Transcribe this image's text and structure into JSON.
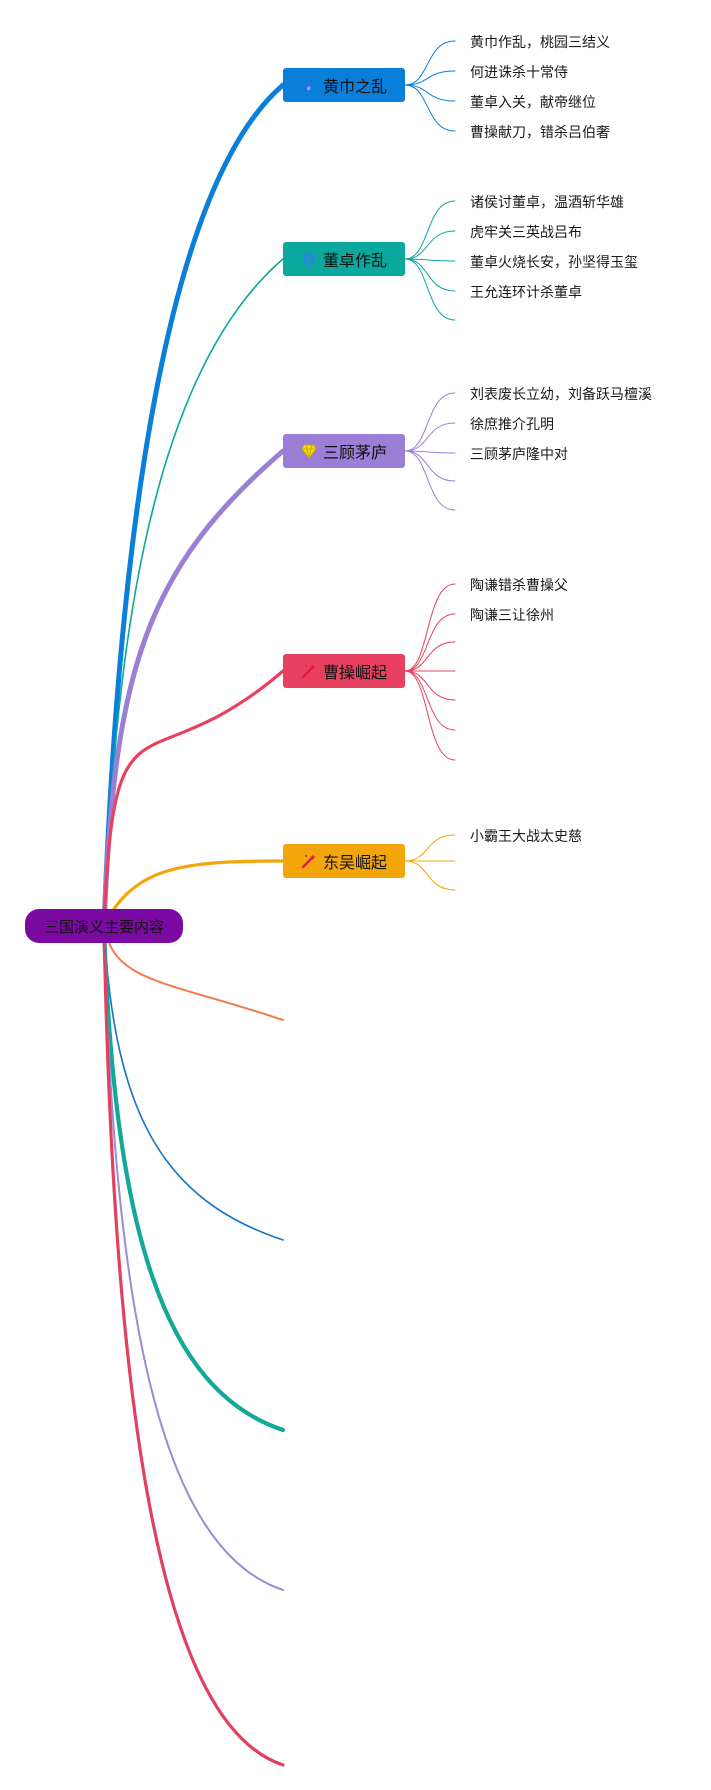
{
  "root": {
    "label": "三国演义主要内容",
    "color": "#7b0aa3"
  },
  "branches": [
    {
      "id": "b1",
      "label": "黄巾之乱",
      "color": "#0a7fd9",
      "icon": "fire-icon",
      "children": [
        "黄巾作乱，桃园三结义",
        "何进诛杀十常侍",
        "董卓入关，献帝继位",
        "曹操献刀，错杀吕伯奢"
      ]
    },
    {
      "id": "b2",
      "label": "董卓作乱",
      "color": "#0aa89d",
      "icon": "gear-icon",
      "children": [
        "诸侯讨董卓，温酒斩华雄",
        "虎牢关三英战吕布",
        "董卓火烧长安，孙坚得玉玺",
        "王允连环计杀董卓",
        ""
      ]
    },
    {
      "id": "b3",
      "label": "三顾茅庐",
      "color": "#9b7fd6",
      "icon": "diamond-icon",
      "children": [
        "刘表废长立幼，刘备跃马檀溪",
        "徐庶推介孔明",
        "三顾茅庐隆中对",
        "",
        ""
      ]
    },
    {
      "id": "b4",
      "label": "曹操崛起",
      "color": "#e8415f",
      "icon": "magic-wand-icon",
      "children": [
        "陶谦错杀曹操父",
        "陶谦三让徐州",
        "",
        "",
        "",
        "",
        ""
      ]
    },
    {
      "id": "b5",
      "label": "东吴崛起",
      "color": "#f2a60c",
      "icon": "magic-wand-icon",
      "children": [
        "小霸王大战太史慈",
        "",
        ""
      ]
    }
  ],
  "empty_branches": [
    {
      "id": "e1",
      "color": "#f07c4a"
    },
    {
      "id": "e2",
      "color": "#1774c4"
    },
    {
      "id": "e3",
      "color": "#12a89a"
    },
    {
      "id": "e4",
      "color": "#9b8bd4"
    },
    {
      "id": "e5",
      "color": "#e24060"
    }
  ]
}
